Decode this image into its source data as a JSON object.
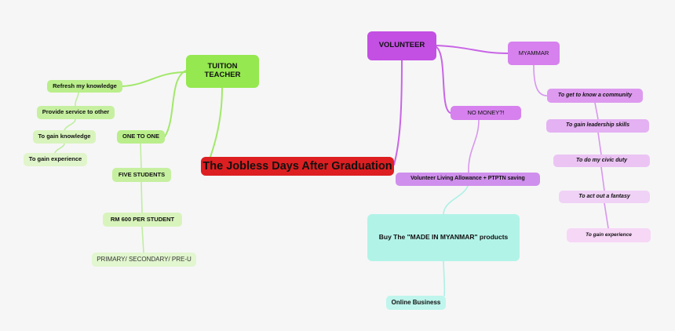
{
  "mindmap": {
    "central": {
      "label": "The Jobless Days After Graduation",
      "color": "#dd1f21"
    },
    "tuition": {
      "label": "TUITION TEACHER",
      "label_line1": "TUITION",
      "label_line2": "TEACHER",
      "color": "#95e84f",
      "reasons": [
        {
          "label": "Refresh my knowledge"
        },
        {
          "label": "Provide service to other"
        },
        {
          "label": "To gain knowledge"
        },
        {
          "label": "To gain experience"
        }
      ],
      "format": [
        {
          "label": "ONE TO ONE"
        },
        {
          "label": "FIVE STUDENTS"
        },
        {
          "label": "RM 600 PER STUDENT"
        },
        {
          "label": "PRIMARY/ SECONDARY/ PRE-U"
        }
      ]
    },
    "volunteer": {
      "label": "VOLUNTEER",
      "color": "#c34fe3",
      "myammar": {
        "label": "MYAMMAR",
        "reasons": [
          {
            "label": "To get to know a community"
          },
          {
            "label": "To gain leadership skills"
          },
          {
            "label": "To do my civic duty"
          },
          {
            "label": "To act out a fantasy"
          },
          {
            "label": "To gain experience"
          }
        ]
      },
      "no_money": {
        "label": "NO MONEY?!",
        "allowance": {
          "label": "Volunteer Living Allowance + PTPTN saving"
        },
        "buy": {
          "label": "Buy The \"MADE IN MYANMAR\" products",
          "color": "#b2f3e8"
        },
        "online": {
          "label": "Online Business"
        }
      }
    }
  }
}
